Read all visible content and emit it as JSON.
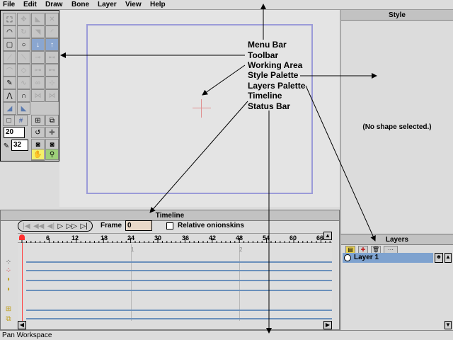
{
  "menu": [
    "File",
    "Edit",
    "Draw",
    "Bone",
    "Layer",
    "View",
    "Help"
  ],
  "toolbar": {
    "stroke_width": "20",
    "brush_size": "32"
  },
  "style": {
    "title": "Style",
    "message": "(No shape selected.)"
  },
  "timeline": {
    "title": "Timeline",
    "frame_label": "Frame",
    "frame_value": "0",
    "onion_label": "Relative onionskins",
    "ticks": [
      "6",
      "12",
      "18",
      "24",
      "30",
      "36",
      "42",
      "48",
      "54",
      "60",
      "66"
    ],
    "keys": [
      "1",
      "2"
    ]
  },
  "layers": {
    "title": "Layers",
    "layer_name": "Layer 1"
  },
  "status": "Pan Workspace",
  "annotations": [
    "Menu Bar",
    "Toolbar",
    "Working Area",
    "Style Palette",
    "Layers Palette",
    "Timeline",
    "Status Bar"
  ]
}
